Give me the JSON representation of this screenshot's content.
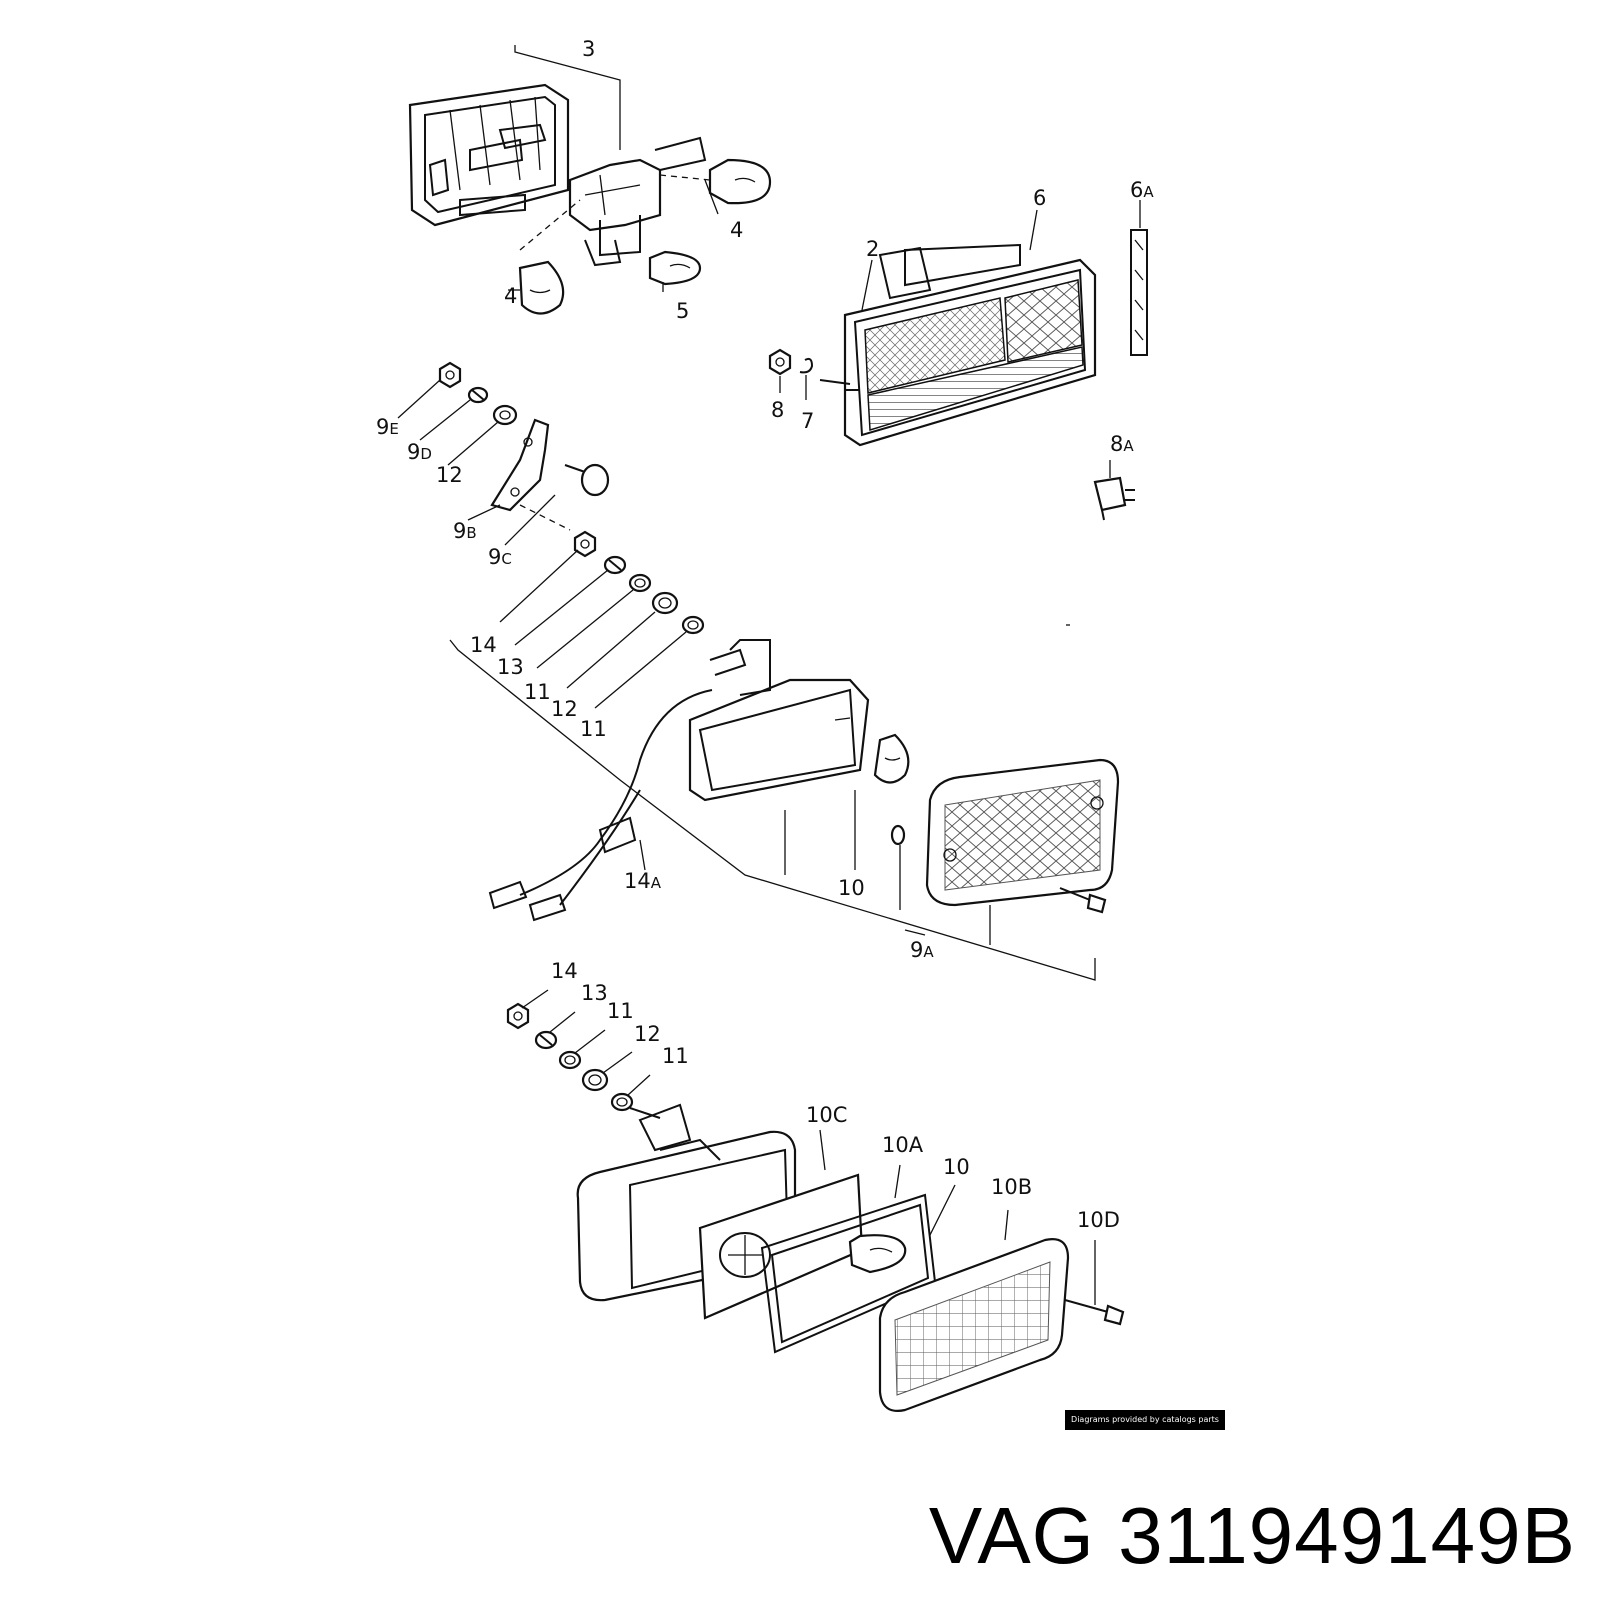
{
  "title": {
    "brand": "VAG",
    "part_number": "311949149B"
  },
  "credit": "Diagrams provided by catalogs parts",
  "callouts": {
    "c3": "3",
    "c4_top": "4",
    "c4_left": "4",
    "c5": "5",
    "c2": "2",
    "c6": "6",
    "c6a": "6",
    "c6a_sfx": "A",
    "c8": "8",
    "c7": "7",
    "c8a": "8",
    "c8a_sfx": "A",
    "c9e": "9",
    "c9e_sfx": "E",
    "c9d": "9",
    "c9d_sfx": "D",
    "c12_top": "12",
    "c9b": "9",
    "c9b_sfx": "B",
    "c9c": "9",
    "c9c_sfx": "C",
    "c14_mid": "14",
    "c13_mid": "13",
    "c11_mid_a": "11",
    "c12_mid": "12",
    "c11_mid_b": "11",
    "c14a": "14",
    "c14a_sfx": "A",
    "c10_mid": "10",
    "c9a": "9",
    "c9a_sfx": "A",
    "c14_bot": "14",
    "c13_bot": "13",
    "c11_bot_a": "11",
    "c12_bot": "12",
    "c11_bot_b": "11",
    "c10c": "10C",
    "c10a": "10A",
    "c10_bot": "10",
    "c10b": "10B",
    "c10d": "10D"
  }
}
